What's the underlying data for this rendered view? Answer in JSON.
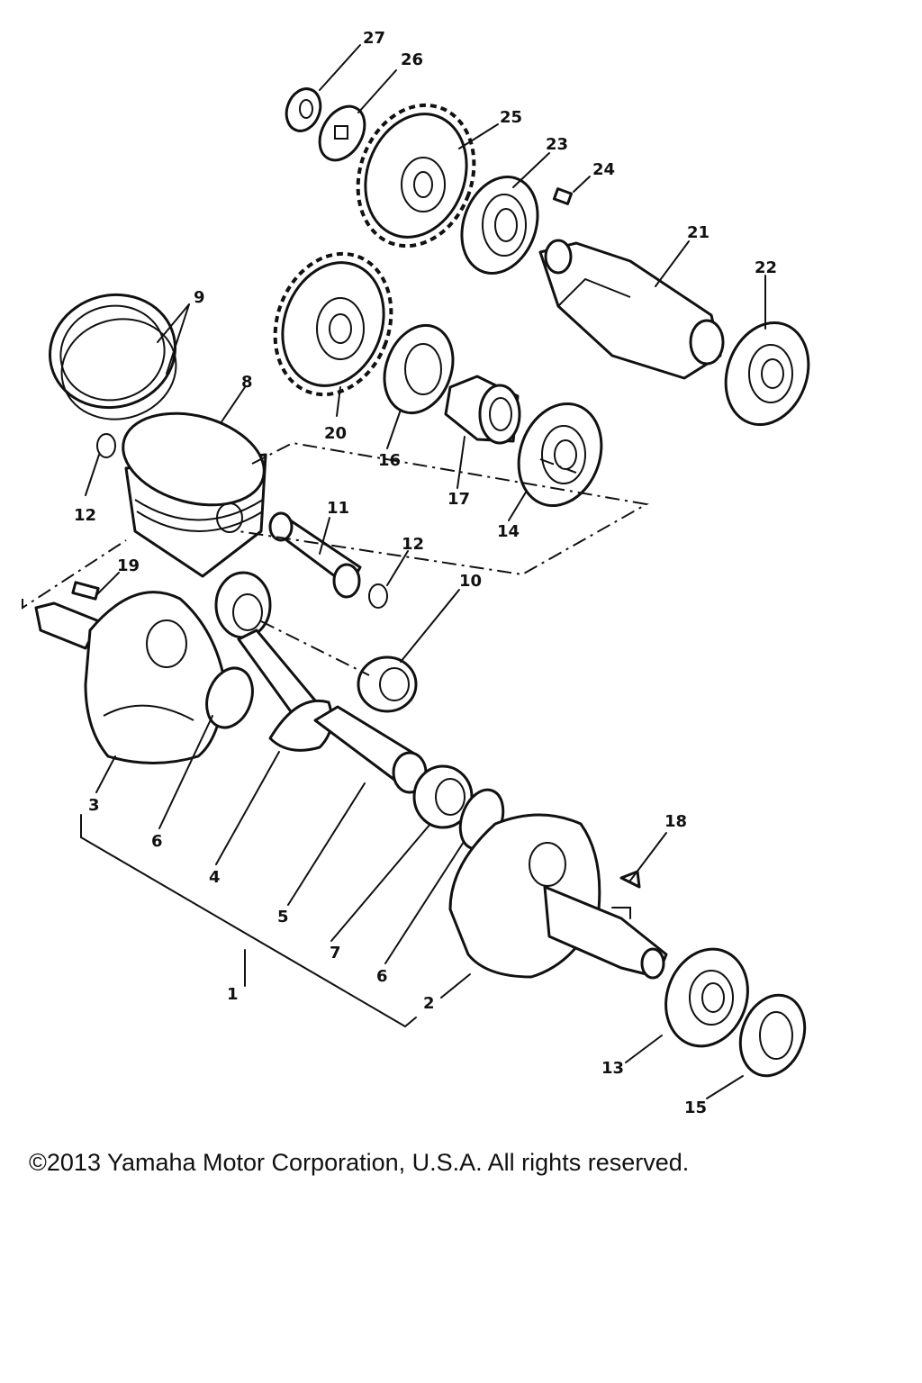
{
  "callouts": [
    "27",
    "26",
    "25",
    "23",
    "24",
    "21",
    "22",
    "9",
    "8",
    "20",
    "16",
    "17",
    "14",
    "12",
    "11",
    "12",
    "19",
    "10",
    "3",
    "6",
    "4",
    "5",
    "1",
    "7",
    "6",
    "2",
    "18",
    "13",
    "15"
  ],
  "footer": {
    "copyright": "©2013 Yamaha Motor Corporation, U.S.A. All rights reserved."
  }
}
